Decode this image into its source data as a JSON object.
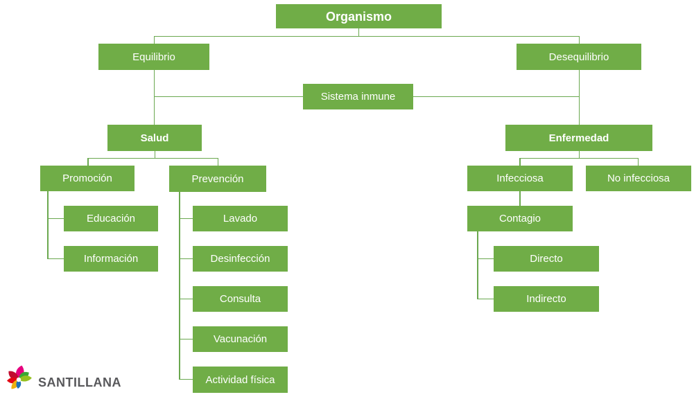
{
  "colors": {
    "node_green": "#70ad47",
    "line_green": "#6aa84f",
    "node_text": "#ffffff",
    "logo_text": "#58585b",
    "logo_petals": [
      "#e5007e",
      "#c10b2f",
      "#e30613",
      "#edb00f",
      "#95c11f",
      "#3aa935",
      "#1d71b8"
    ]
  },
  "diagram": {
    "nodes": {
      "organismo": {
        "label": "Organismo"
      },
      "equilibrio": {
        "label": "Equilibrio"
      },
      "desequilibrio": {
        "label": "Desequilibrio"
      },
      "sistema_inmune": {
        "label": "Sistema inmune"
      },
      "salud": {
        "label": "Salud"
      },
      "enfermedad": {
        "label": "Enfermedad"
      },
      "promocion": {
        "label": "Promoción"
      },
      "prevencion": {
        "label": "Prevención"
      },
      "infecciosa": {
        "label": "Infecciosa"
      },
      "no_infecciosa": {
        "label": "No infecciosa"
      },
      "educacion": {
        "label": "Educación"
      },
      "informacion": {
        "label": "Información"
      },
      "lavado": {
        "label": "Lavado"
      },
      "desinfeccion": {
        "label": "Desinfección"
      },
      "consulta": {
        "label": "Consulta"
      },
      "vacunacion": {
        "label": "Vacunación"
      },
      "actividad_fisica": {
        "label": "Actividad física"
      },
      "contagio": {
        "label": "Contagio"
      },
      "directo": {
        "label": "Directo"
      },
      "indirecto": {
        "label": "Indirecto"
      }
    }
  },
  "footer": {
    "logo_text": "SANTILLANA"
  }
}
